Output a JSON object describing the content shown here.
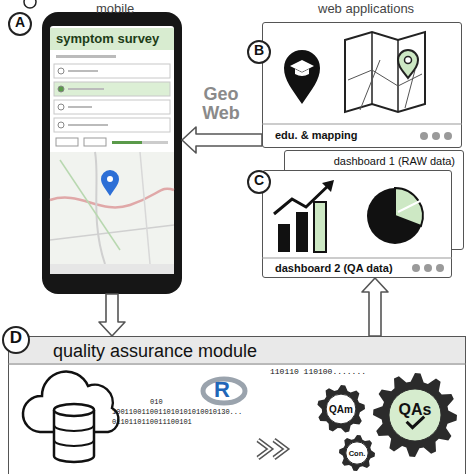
{
  "diagram": {
    "nodes": [
      {
        "text": [
          "symptom survey"
        ]
      },
      {
        "text": [
          "edu. & mapping"
        ]
      },
      {
        "text": [
          "dashboard 1 (RAW data)"
        ]
      },
      {
        "text": [
          "dashboard 2 (QA data)"
        ]
      },
      {
        "text": [
          "quality assurance module"
        ]
      },
      {
        "text": [
          "QAm"
        ],
        "in": 4
      },
      {
        "text": [
          "QAs"
        ],
        "in": 4
      },
      {
        "text": [
          "Con."
        ],
        "in": 4
      }
    ],
    "edges": [
      {
        "from": 1,
        "to": 0,
        "arrow": "to",
        "label": "Geo Web"
      },
      {
        "from": 0,
        "to": 4,
        "arrow": "to"
      },
      {
        "from": 4,
        "to": 3,
        "arrow": "to"
      }
    ],
    "labels": [
      "mobile",
      "web applications",
      "A",
      "B",
      "C",
      "D",
      "R",
      "010",
      "1001100110011010101010010130...",
      "0110110110011100101",
      "110110 110100......."
    ]
  }
}
